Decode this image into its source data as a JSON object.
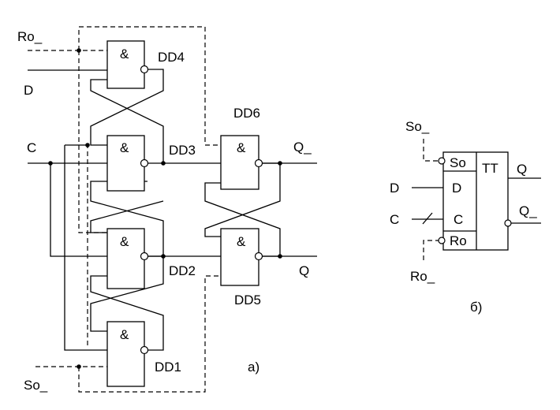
{
  "diagram_a": {
    "gates": [
      {
        "id": "DD4",
        "label": "DD4",
        "symbol": "&"
      },
      {
        "id": "DD3",
        "label": "DD3",
        "symbol": "&"
      },
      {
        "id": "DD2",
        "label": "DD2",
        "symbol": "&"
      },
      {
        "id": "DD1",
        "label": "DD1",
        "symbol": "&"
      },
      {
        "id": "DD6",
        "label": "DD6",
        "symbol": "&"
      },
      {
        "id": "DD5",
        "label": "DD5",
        "symbol": "&"
      }
    ],
    "signals": {
      "ro": "Ro_",
      "d": "D",
      "c": "C",
      "so": "So_",
      "q_bar": "Q_",
      "q": "Q"
    },
    "caption": "a)"
  },
  "diagram_b": {
    "pins_in": [
      "So",
      "D",
      "C",
      "Ro"
    ],
    "block_label": "TT",
    "pins_out": [
      "Q",
      "Q_"
    ],
    "ext_labels": {
      "so": "So_",
      "d": "D",
      "c": "C",
      "ro": "Ro_"
    },
    "caption": "б)"
  }
}
